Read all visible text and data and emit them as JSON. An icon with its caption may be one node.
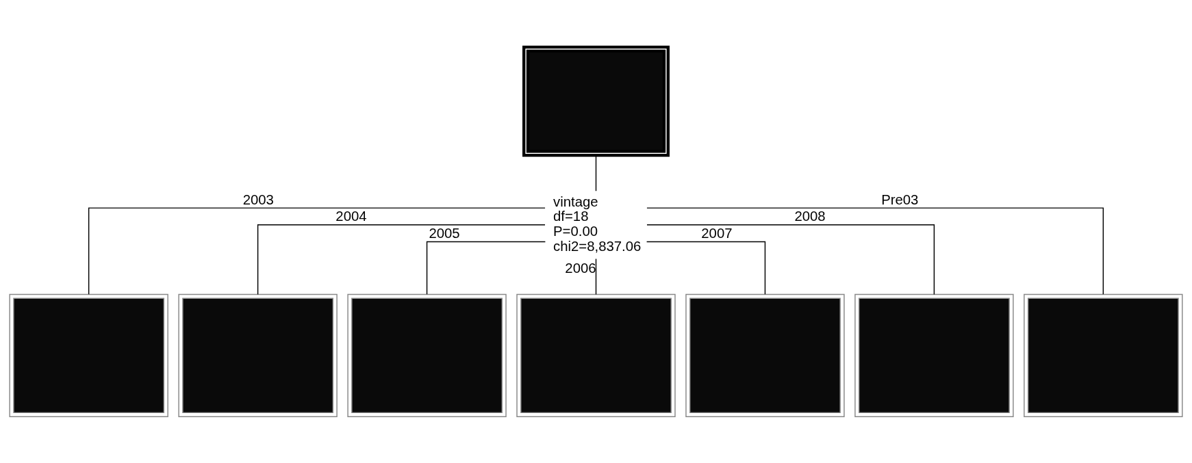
{
  "diagram": {
    "nodes": [
      {
        "text": [],
        "shape": "box"
      },
      {
        "text": [
          "vintage",
          "df=18",
          "P=0.00",
          "chi2=8,837.06"
        ]
      },
      {
        "text": [],
        "shape": "box"
      },
      {
        "text": [],
        "shape": "box"
      },
      {
        "text": [],
        "shape": "box"
      },
      {
        "text": [],
        "shape": "box"
      },
      {
        "text": [],
        "shape": "box"
      },
      {
        "text": [],
        "shape": "box"
      },
      {
        "text": [],
        "shape": "box"
      }
    ],
    "edges": [
      {
        "from": 0,
        "to": 1,
        "arrow": "none"
      },
      {
        "from": 1,
        "to": 2,
        "label": "2003",
        "arrow": "none"
      },
      {
        "from": 1,
        "to": 3,
        "label": "2004",
        "arrow": "none"
      },
      {
        "from": 1,
        "to": 4,
        "label": "2005",
        "arrow": "none"
      },
      {
        "from": 1,
        "to": 5,
        "label": "2006",
        "arrow": "none"
      },
      {
        "from": 1,
        "to": 6,
        "label": "2007",
        "arrow": "none"
      },
      {
        "from": 1,
        "to": 7,
        "label": "2008",
        "arrow": "none"
      },
      {
        "from": 1,
        "to": 8,
        "label": "Pre03",
        "arrow": "none"
      }
    ]
  }
}
